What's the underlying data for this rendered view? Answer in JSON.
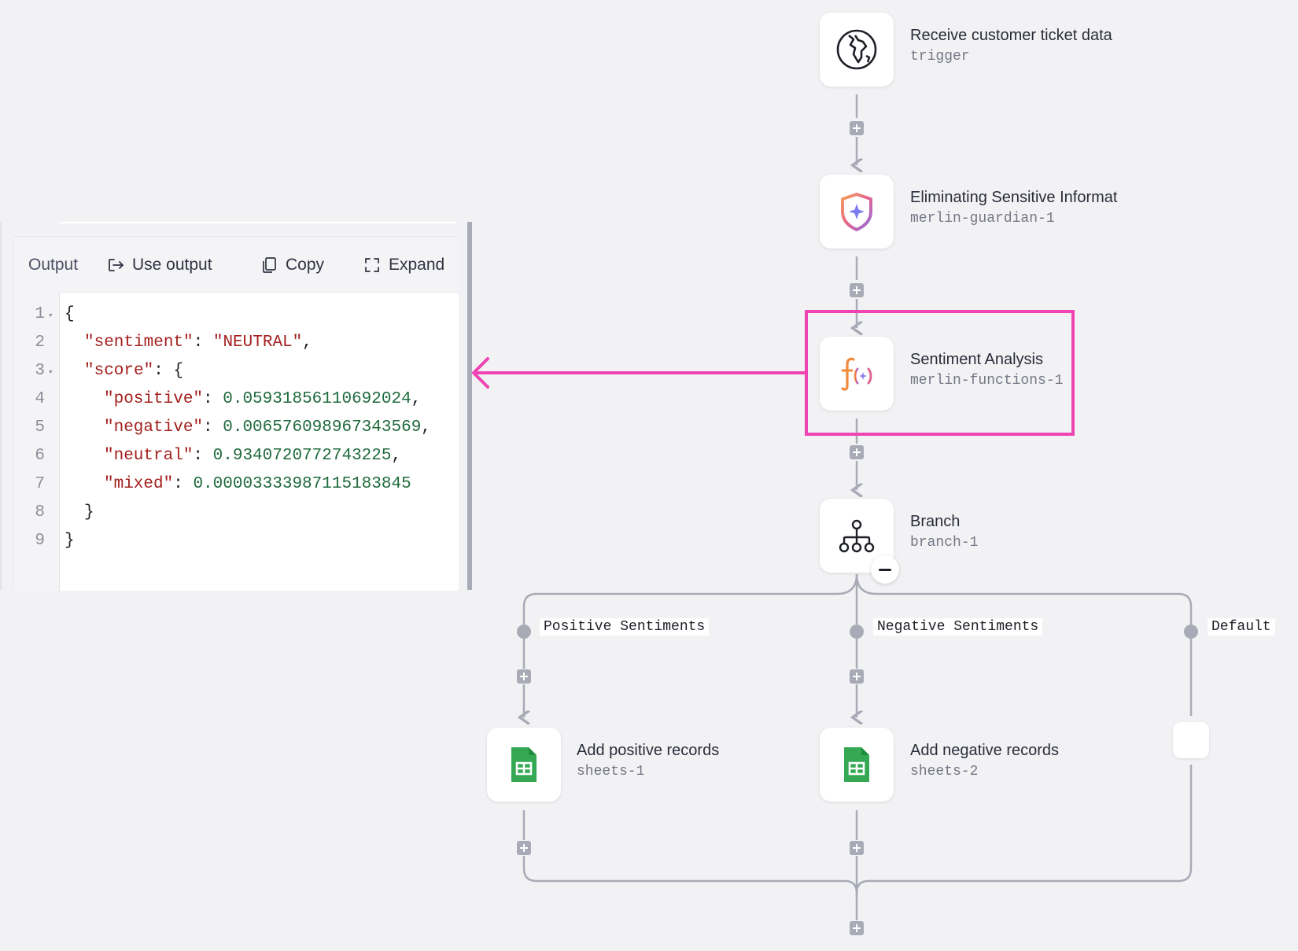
{
  "output_panel": {
    "title": "Output",
    "actions": {
      "use_output": "Use output",
      "copy": "Copy",
      "expand": "Expand"
    },
    "json_lines": [
      {
        "n": "1",
        "fold": true,
        "text": "{"
      },
      {
        "n": "2",
        "fold": false,
        "key": "\"sentiment\"",
        "sep": ": ",
        "str": "\"NEUTRAL\"",
        "end": ",",
        "indent": 1
      },
      {
        "n": "3",
        "fold": true,
        "key": "\"score\"",
        "sep": ": ",
        "end": "{",
        "indent": 1
      },
      {
        "n": "4",
        "fold": false,
        "key": "\"positive\"",
        "sep": ": ",
        "num": "0.05931856110692024",
        "end": ",",
        "indent": 2
      },
      {
        "n": "5",
        "fold": false,
        "key": "\"negative\"",
        "sep": ": ",
        "num": "0.006576098967343569",
        "end": ",",
        "indent": 2
      },
      {
        "n": "6",
        "fold": false,
        "key": "\"neutral\"",
        "sep": ": ",
        "num": "0.9340720772743225",
        "end": ",",
        "indent": 2
      },
      {
        "n": "7",
        "fold": false,
        "key": "\"mixed\"",
        "sep": ": ",
        "num": "0.00003333987115183845",
        "end": "",
        "indent": 2
      },
      {
        "n": "8",
        "fold": false,
        "text": "}",
        "indent": 1
      },
      {
        "n": "9",
        "fold": false,
        "text": "}"
      }
    ]
  },
  "flow": {
    "nodes": [
      {
        "title": "Receive customer ticket data",
        "sub": "trigger",
        "icon": "globe-icon"
      },
      {
        "title": "Eliminating Sensitive Informat",
        "sub": "merlin-guardian-1",
        "icon": "shield-sparkle-icon"
      },
      {
        "title": "Sentiment Analysis",
        "sub": "merlin-functions-1",
        "icon": "function-icon"
      },
      {
        "title": "Branch",
        "sub": "branch-1",
        "icon": "branch-icon"
      },
      {
        "title": "Add positive records",
        "sub": "sheets-1",
        "icon": "sheets-icon"
      },
      {
        "title": "Add negative records",
        "sub": "sheets-2",
        "icon": "sheets-icon"
      }
    ],
    "branches": [
      "Positive Sentiments",
      "Negative Sentiments",
      "Default"
    ]
  },
  "colors": {
    "highlight": "#ee45b2",
    "connector": "#a8abb6",
    "sheets_green": "#34a853"
  }
}
